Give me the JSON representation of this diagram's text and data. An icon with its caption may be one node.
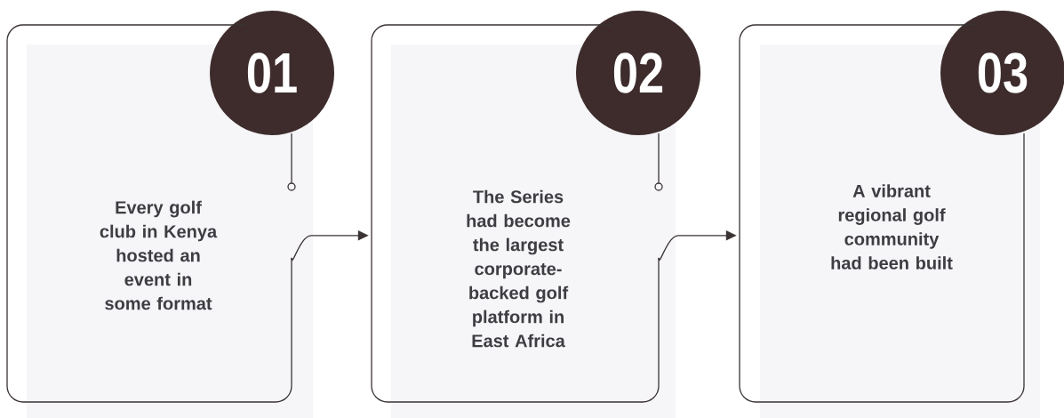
{
  "diagram": {
    "nodes": [
      {
        "text": [
          "01"
        ]
      },
      {
        "text": [
          "Every golf club in Kenya hosted an event in some format"
        ]
      },
      {
        "text": [
          "02"
        ]
      },
      {
        "text": [
          "The Series had become the largest corporate-backed golf platform in East Africa"
        ]
      },
      {
        "text": [
          "03"
        ]
      },
      {
        "text": [
          "A vibrant regional golf community had been built"
        ]
      }
    ],
    "edges": [
      {
        "from": 1,
        "to": 3,
        "arrow": "to"
      },
      {
        "from": 3,
        "to": 5,
        "arrow": "to"
      }
    ]
  }
}
